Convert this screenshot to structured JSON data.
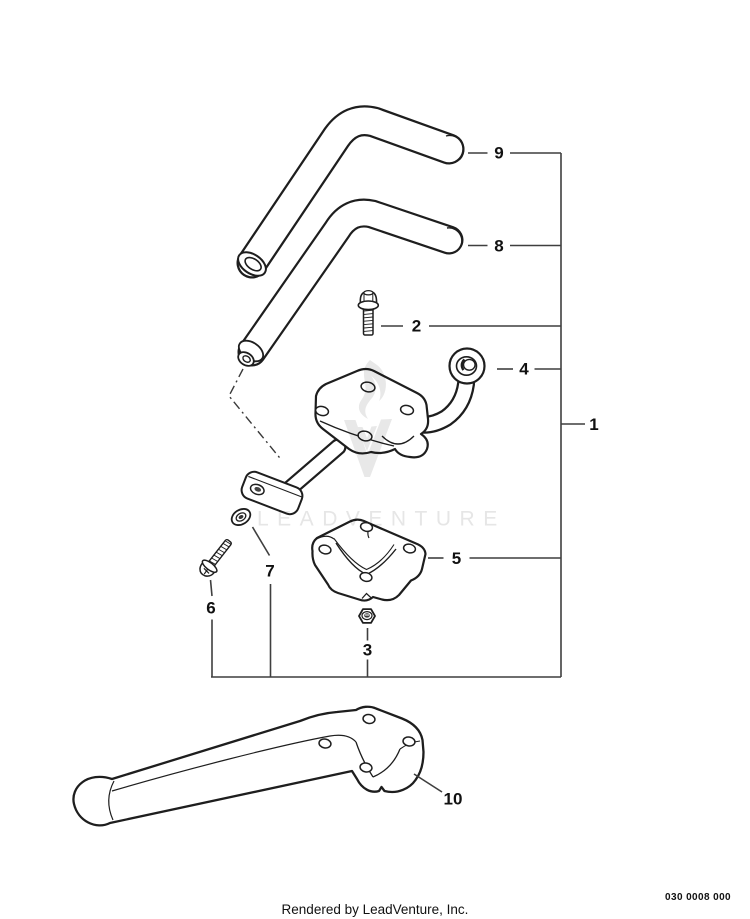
{
  "diagram": {
    "callouts": [
      "1",
      "2",
      "3",
      "4",
      "5",
      "6",
      "7",
      "8",
      "9",
      "10"
    ],
    "watermark_text": "LEADVENTURE"
  },
  "footer": {
    "rendered_by": "Rendered by LeadVenture, Inc.",
    "document_code": "030 0008 000"
  }
}
